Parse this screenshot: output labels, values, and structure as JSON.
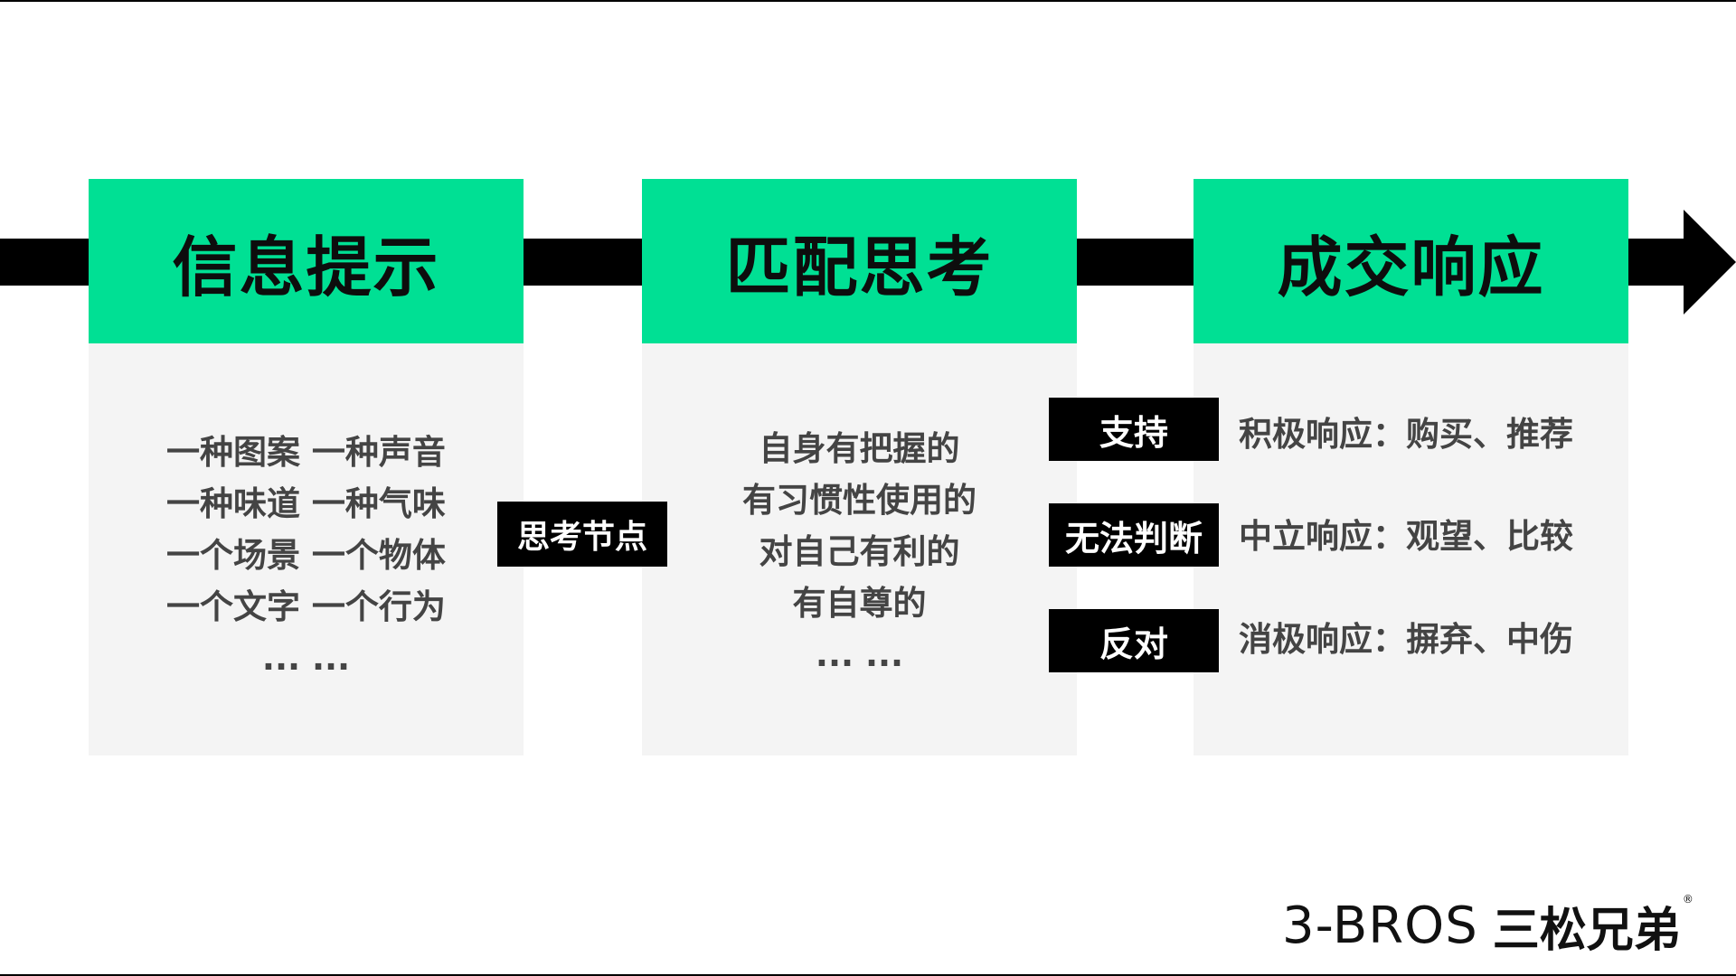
{
  "stages": [
    {
      "title": "信息提示",
      "lines": [
        "一种图案 一种声音",
        "一种味道 一种气味",
        "一个场景 一个物体",
        "一个文字 一个行为",
        "... ..."
      ]
    },
    {
      "title": "匹配思考",
      "lines": [
        "自身有把握的",
        "有习惯性使用的",
        "对自己有利的",
        "有自尊的",
        "... ..."
      ]
    },
    {
      "title": "成交响应",
      "responses": [
        {
          "tag": "支持",
          "text": "积极响应：购买、推荐"
        },
        {
          "tag": "无法判断",
          "text": "中立响应：观望、比较"
        },
        {
          "tag": "反对",
          "text": "消极响应：摒弃、中伤"
        }
      ]
    }
  ],
  "node_label": "思考节点",
  "brand": {
    "english": "3-BROS",
    "chinese": "三松兄弟",
    "registered": "®"
  },
  "colors": {
    "accent": "#00e094",
    "panel": "#f4f4f4",
    "ink": "#000000"
  }
}
